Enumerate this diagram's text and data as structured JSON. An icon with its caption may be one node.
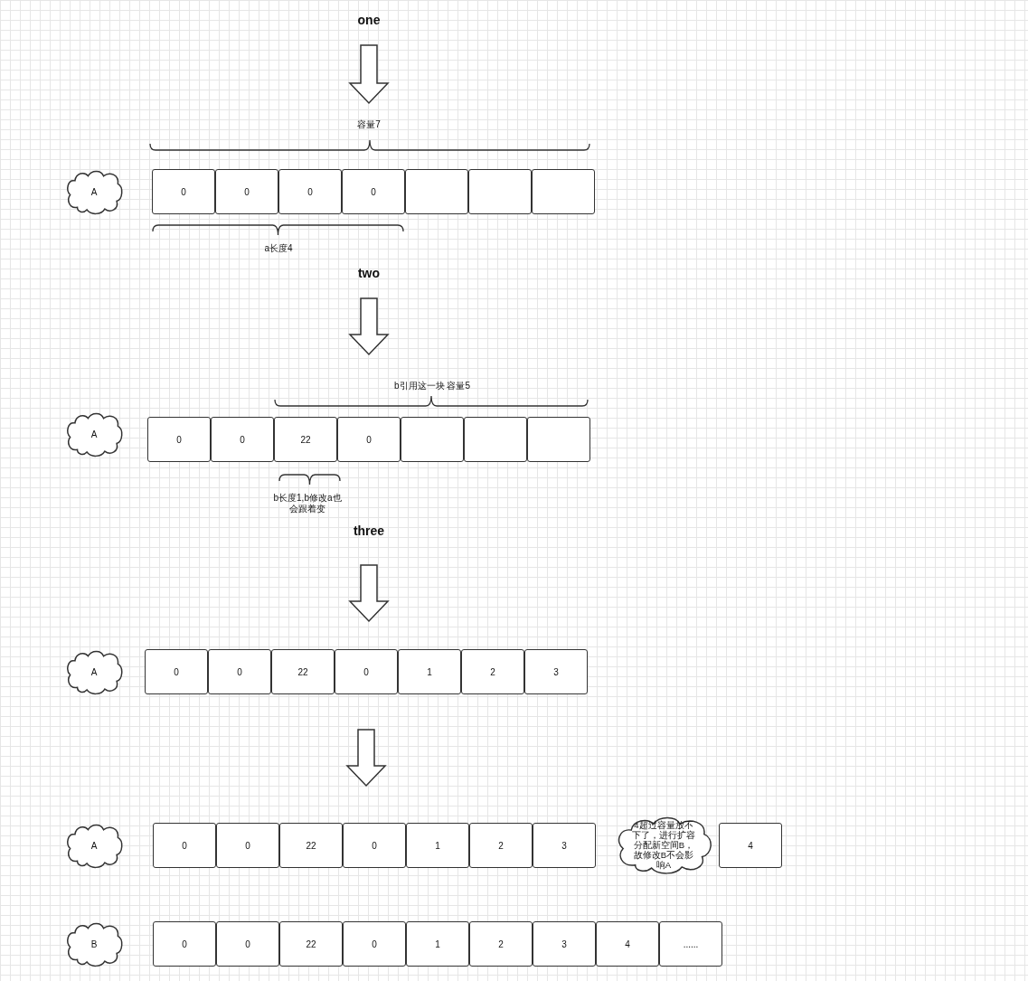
{
  "diagram": {
    "nodes": [
      {
        "text": [
          "A"
        ]
      },
      {
        "text": [
          "0"
        ]
      },
      {
        "text": [
          "0"
        ]
      },
      {
        "text": [
          "0"
        ]
      },
      {
        "text": [
          "0"
        ]
      },
      {
        "text": [],
        "shape": "box"
      },
      {
        "text": [],
        "shape": "box"
      },
      {
        "text": [],
        "shape": "box"
      },
      {
        "text": [
          "A"
        ]
      },
      {
        "text": [
          "0"
        ]
      },
      {
        "text": [
          "0"
        ]
      },
      {
        "text": [
          "22"
        ]
      },
      {
        "text": [
          "0"
        ]
      },
      {
        "text": [],
        "shape": "box"
      },
      {
        "text": [],
        "shape": "box"
      },
      {
        "text": [],
        "shape": "box"
      },
      {
        "text": [
          "A"
        ]
      },
      {
        "text": [
          "0"
        ]
      },
      {
        "text": [
          "0"
        ]
      },
      {
        "text": [
          "22"
        ]
      },
      {
        "text": [
          "0"
        ]
      },
      {
        "text": [
          "1"
        ]
      },
      {
        "text": [
          "2"
        ]
      },
      {
        "text": [
          "3"
        ]
      },
      {
        "text": [
          "A"
        ]
      },
      {
        "text": [
          "0"
        ]
      },
      {
        "text": [
          "0"
        ]
      },
      {
        "text": [
          "22"
        ]
      },
      {
        "text": [
          "0"
        ]
      },
      {
        "text": [
          "1"
        ]
      },
      {
        "text": [
          "2"
        ]
      },
      {
        "text": [
          "3"
        ]
      },
      {
        "text": [
          "4超过容量放不下了，进行扩容分配新空间B，故修改B不会影响A"
        ]
      },
      {
        "text": [
          "4"
        ]
      },
      {
        "text": [
          "B"
        ]
      },
      {
        "text": [
          "0"
        ]
      },
      {
        "text": [
          "0"
        ]
      },
      {
        "text": [
          "22"
        ]
      },
      {
        "text": [
          "0"
        ]
      },
      {
        "text": [
          "1"
        ]
      },
      {
        "text": [
          "2"
        ]
      },
      {
        "text": [
          "3"
        ]
      },
      {
        "text": [
          "4"
        ]
      },
      {
        "text": [
          "......"
        ]
      }
    ],
    "edges": [],
    "labels": [
      "one",
      "容量7",
      "a长度4",
      "two",
      "b引用这一块 容量5",
      "b长度1,b修改a也会跟着变",
      "three"
    ]
  }
}
